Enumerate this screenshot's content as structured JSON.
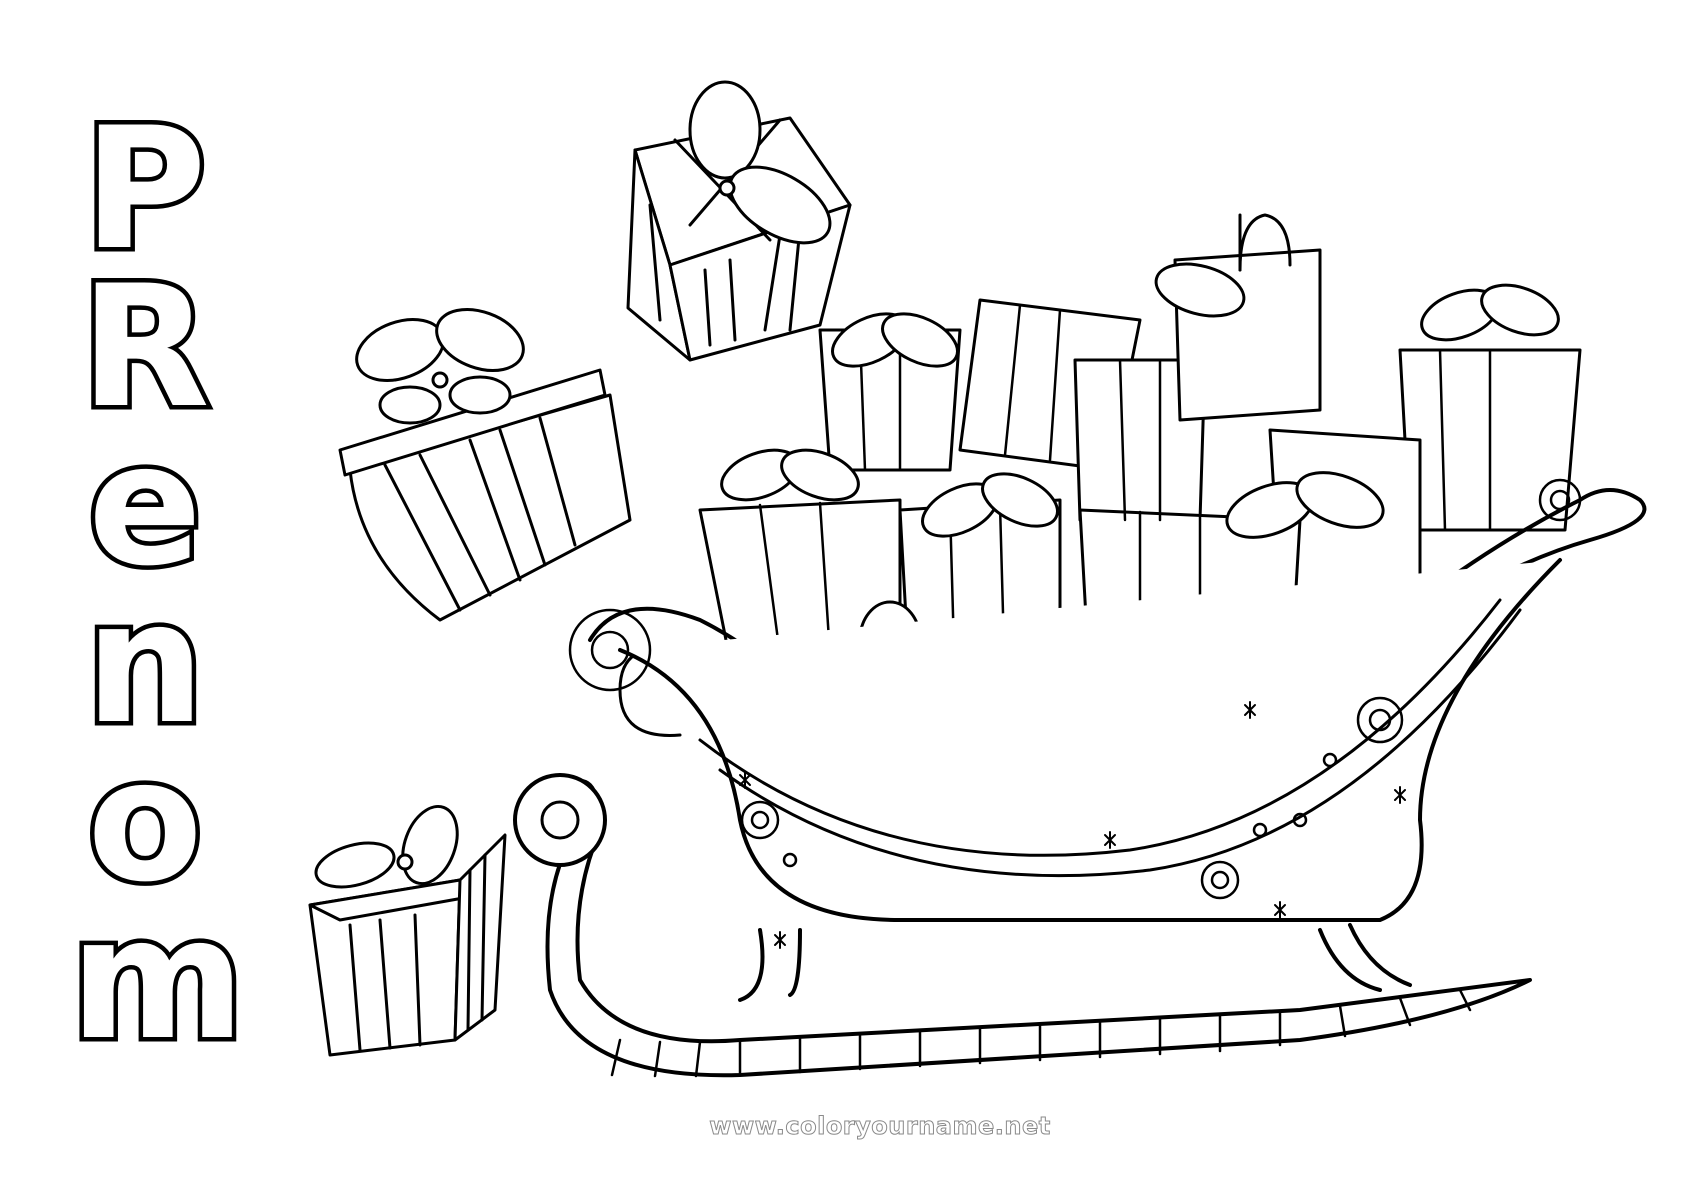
{
  "page": {
    "type": "coloring-page",
    "background": "#ffffff",
    "line_color": "#000000"
  },
  "name_banner": {
    "text": "PRENOM",
    "letters": [
      "P",
      "R",
      "e",
      "n",
      "o",
      "m"
    ],
    "orientation": "vertical-stacked",
    "style": "outlined"
  },
  "illustration": {
    "subject": "Santa sleigh full of Christmas presents",
    "elements": [
      "sleigh",
      "gift-pile",
      "shopping-bag",
      "floating-gift-top",
      "floating-gift-left",
      "gift-bottom-left"
    ]
  },
  "watermark": {
    "text": "www.coloryourname.net",
    "color": "#8a8a8a"
  }
}
